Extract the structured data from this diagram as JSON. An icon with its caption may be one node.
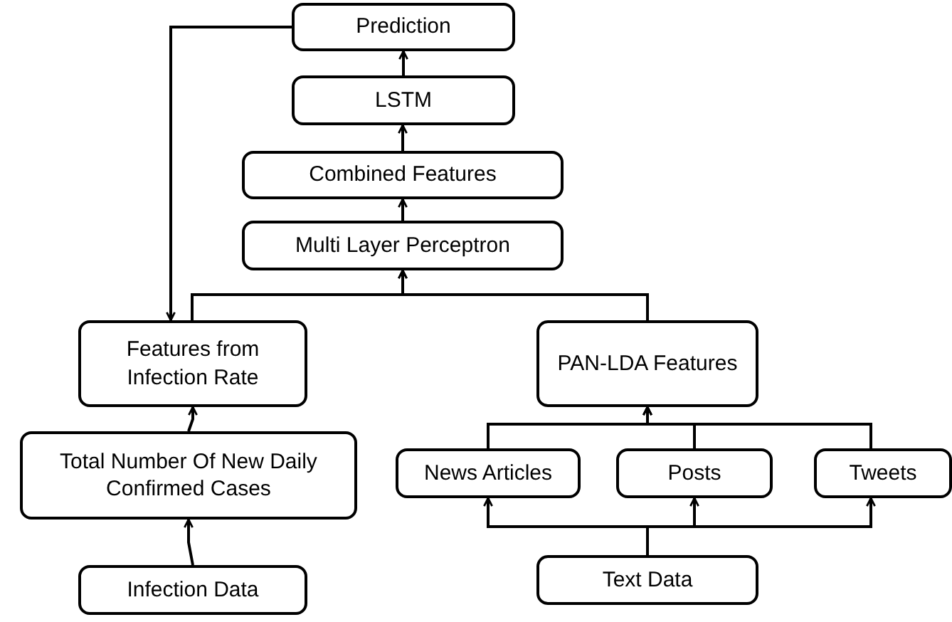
{
  "diagram": {
    "nodes": [
      {
        "text": [
          "Prediction"
        ]
      },
      {
        "text": [
          "LSTM"
        ]
      },
      {
        "text": [
          "Combined Features"
        ]
      },
      {
        "text": [
          "Multi Layer Perceptron"
        ]
      },
      {
        "text": [
          "Features from Infection Rate"
        ]
      },
      {
        "text": [
          "PAN-LDA Features"
        ]
      },
      {
        "text": [
          "Total Number Of New Daily Confirmed Cases"
        ]
      },
      {
        "text": [
          "News Articles"
        ]
      },
      {
        "text": [
          "Posts"
        ]
      },
      {
        "text": [
          "Tweets"
        ]
      },
      {
        "text": [
          "Infection Data"
        ]
      },
      {
        "text": [
          "Text Data"
        ]
      }
    ],
    "edges": [
      {
        "from": 1,
        "to": 0,
        "arrow": "to"
      },
      {
        "from": 2,
        "to": 1,
        "arrow": "to"
      },
      {
        "from": 3,
        "to": 2,
        "arrow": "to"
      },
      {
        "from": 4,
        "to": 3,
        "arrow": "to"
      },
      {
        "from": 5,
        "to": 3,
        "arrow": "to"
      },
      {
        "from": 0,
        "to": 4,
        "arrow": "to"
      },
      {
        "from": 6,
        "to": 4,
        "arrow": "to"
      },
      {
        "from": 7,
        "to": 5,
        "arrow": "to"
      },
      {
        "from": 8,
        "to": 5,
        "arrow": "to"
      },
      {
        "from": 9,
        "to": 5,
        "arrow": "to"
      },
      {
        "from": 10,
        "to": 6,
        "arrow": "to"
      },
      {
        "from": 11,
        "to": 7,
        "arrow": "to"
      },
      {
        "from": 11,
        "to": 8,
        "arrow": "to"
      },
      {
        "from": 11,
        "to": 9,
        "arrow": "to"
      }
    ]
  }
}
